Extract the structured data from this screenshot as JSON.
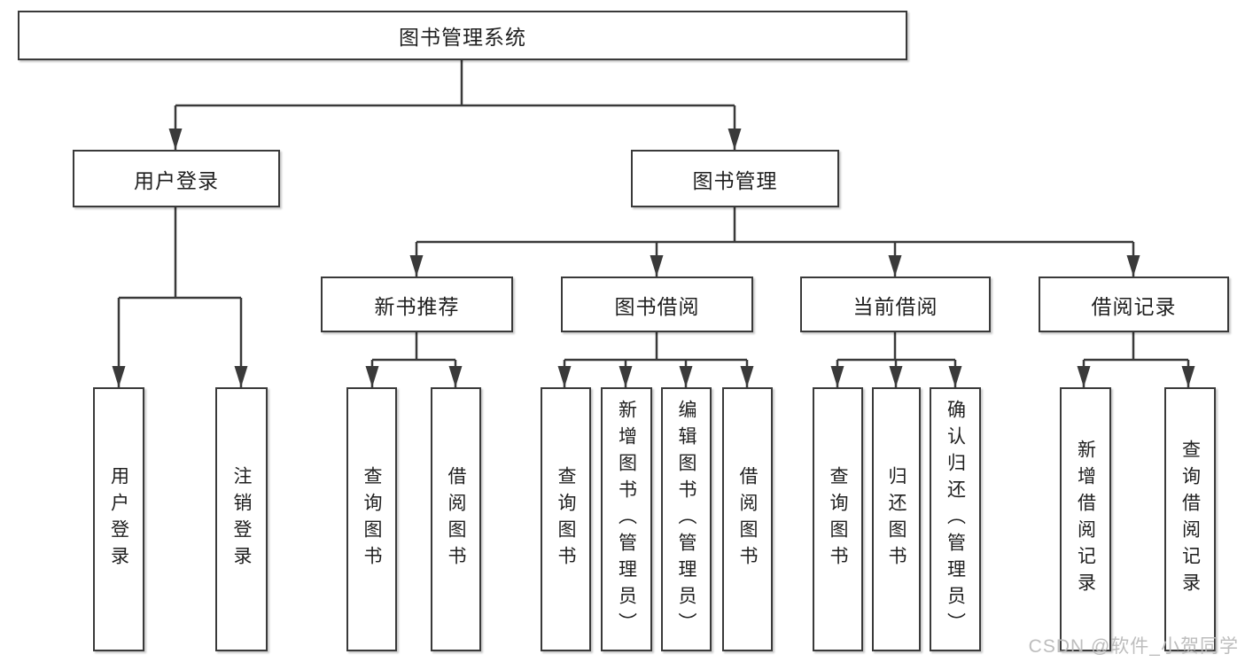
{
  "diagram": {
    "root": {
      "label": "图书管理系统"
    },
    "level2": [
      {
        "label": "用户登录"
      },
      {
        "label": "图书管理"
      }
    ],
    "level3": [
      {
        "label": "新书推荐"
      },
      {
        "label": "图书借阅"
      },
      {
        "label": "当前借阅"
      },
      {
        "label": "借阅记录"
      }
    ],
    "leaves": {
      "user_login": [
        "用户登录",
        "注销登录"
      ],
      "new_book": [
        "查询图书",
        "借阅图书"
      ],
      "book_borrow": [
        "查询图书",
        "新增图书（管理员）",
        "编辑图书（管理员）",
        "借阅图书"
      ],
      "current_borrow": [
        "查询图书",
        "归还图书",
        "确认归还（管理员）"
      ],
      "borrow_record": [
        "新增借阅记录",
        "查询借阅记录"
      ]
    }
  },
  "watermark": {
    "text": "CSDN @软件_小贺同学"
  },
  "colors": {
    "line": "#3a3a3a",
    "box_border": "#3a3a3a",
    "text": "#1f1f1f",
    "watermark": "#b9b9b9",
    "background": "#ffffff"
  }
}
